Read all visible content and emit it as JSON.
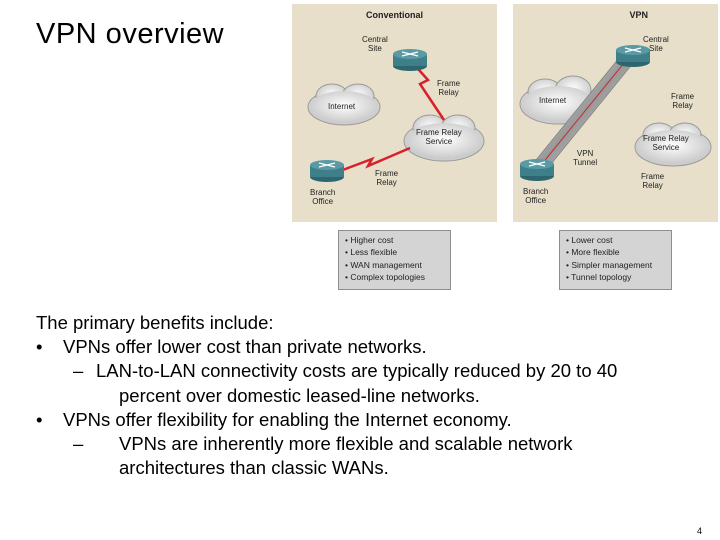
{
  "slide": {
    "title": "VPN overview",
    "page_number": "4"
  },
  "diagram": {
    "conventional": {
      "heading": "Conventional",
      "central_site": "Central\nSite",
      "internet": "Internet",
      "frame_relay_top": "Frame\nRelay",
      "frame_relay_service": "Frame Relay\nService",
      "frame_relay_bottom": "Frame\nRelay",
      "branch_office": "Branch\nOffice",
      "notes": [
        "• Higher cost",
        "• Less flexible",
        "• WAN management",
        "• Complex topologies"
      ]
    },
    "vpn": {
      "heading": "VPN",
      "central_site": "Central\nSite",
      "internet": "Internet",
      "frame_relay_top": "Frame\nRelay",
      "frame_relay_service": "Frame Relay\nService",
      "vpn_tunnel": "VPN\nTunnel",
      "frame_relay_bottom": "Frame\nRelay",
      "branch_office": "Branch\nOffice",
      "notes": [
        "• Lower cost",
        "• More flexible",
        "• Simpler management",
        "• Tunnel topology"
      ]
    },
    "colors": {
      "panel_bg": "#e7dfca",
      "router": "#3f7f8a",
      "cloud": "#d8d8d8",
      "lightning": "#d8202a",
      "tunnel": "#9a9a9a"
    }
  },
  "content": {
    "intro": "The primary benefits include:",
    "bullet_char": "•",
    "dash_char": "–",
    "items": [
      {
        "text": "VPNs offer lower cost than private networks.",
        "sub": [
          "LAN-to-LAN connectivity costs are typically reduced by 20 to 40",
          "percent over domestic leased-line networks."
        ]
      },
      {
        "text": "VPNs offer flexibility for enabling the Internet economy.",
        "sub": [
          "VPNs are inherently more flexible and scalable network",
          "architectures than classic WANs."
        ]
      }
    ]
  }
}
